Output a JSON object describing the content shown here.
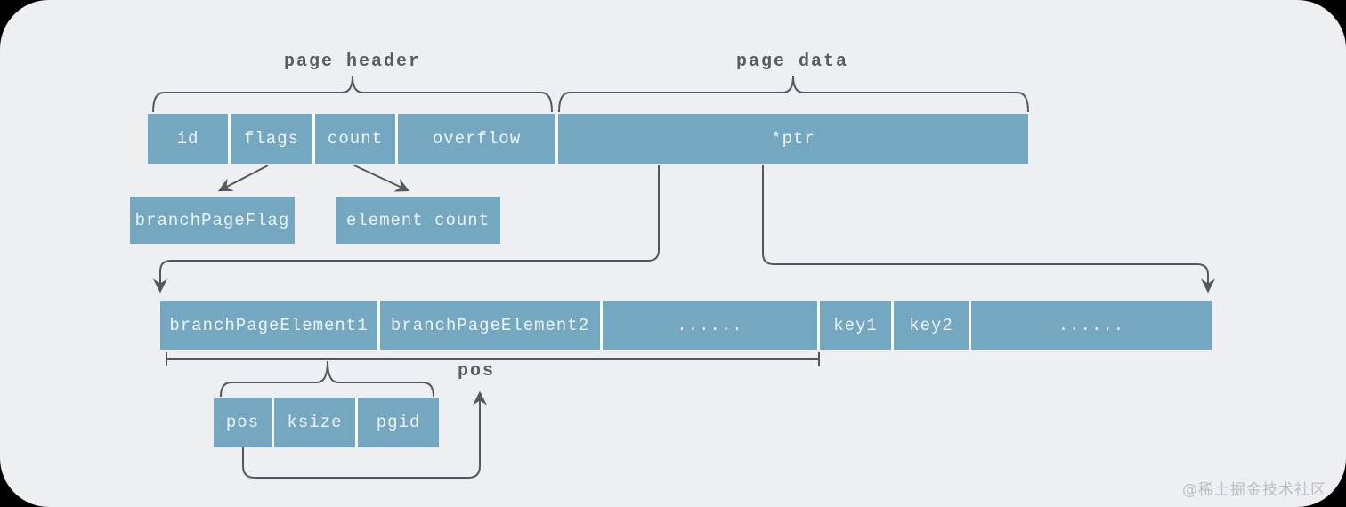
{
  "colors": {
    "box": "#74a7c0",
    "box_text": "#f0f5f7",
    "line": "#54575c",
    "label": "#585d64",
    "background": "#edeff2",
    "watermark": "#b9bdc4"
  },
  "braces": {
    "page_header": "page header",
    "page_data": "page data"
  },
  "rows": {
    "page": [
      "id",
      "flags",
      "count",
      "overflow",
      "*ptr"
    ],
    "expansions": {
      "flags": "branchPageFlag",
      "count": "element count"
    },
    "elements": [
      "branchPageElement1",
      "branchPageElement2",
      "......",
      "key1",
      "key2",
      "......"
    ],
    "element_fields": [
      "pos",
      "ksize",
      "pgid"
    ]
  },
  "pos_pointer_label": "pos",
  "watermark": "@稀土掘金技术社区"
}
